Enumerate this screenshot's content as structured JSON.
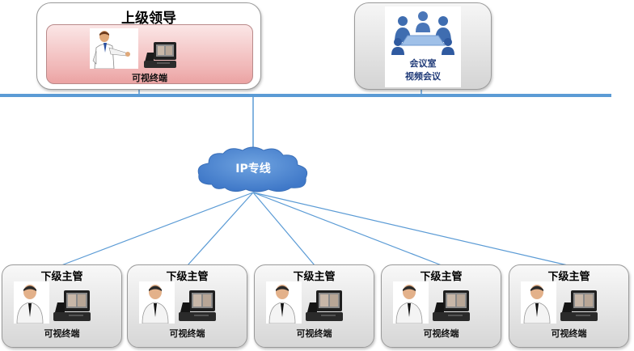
{
  "leader": {
    "title": "上级领导",
    "terminal_label": "可视终端"
  },
  "conference": {
    "line1": "会议室",
    "line2": "视频会议"
  },
  "network": {
    "label": "IP专线"
  },
  "subordinates": [
    {
      "title": "下级主管",
      "terminal_label": "可视终端"
    },
    {
      "title": "下级主管",
      "terminal_label": "可视终端"
    },
    {
      "title": "下级主管",
      "terminal_label": "可视终端"
    },
    {
      "title": "下级主管",
      "terminal_label": "可视终端"
    },
    {
      "title": "下级主管",
      "terminal_label": "可视终端"
    }
  ],
  "colors": {
    "line": "#5b9bd5",
    "bus": "#5b9bd5",
    "cloud": "#4f87cf"
  }
}
